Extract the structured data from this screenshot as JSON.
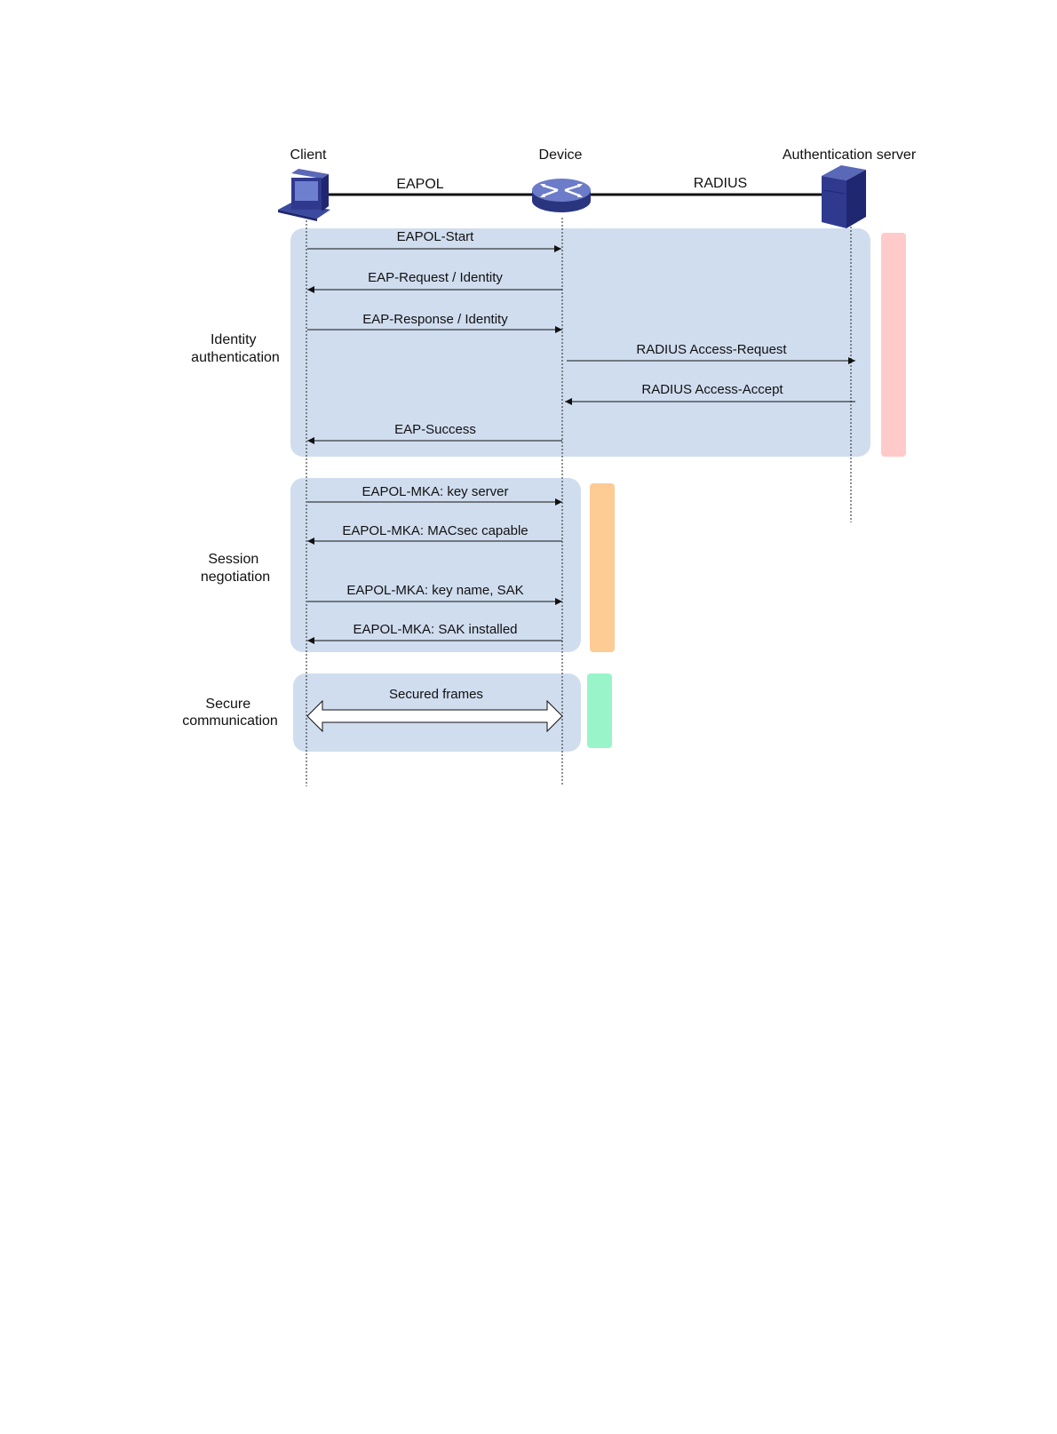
{
  "entities": {
    "client": "Client",
    "device": "Device",
    "server": "Authentication server"
  },
  "links": {
    "eapol": "EAPOL",
    "radius": "RADIUS"
  },
  "sections": {
    "identity": [
      "Identity",
      "authentication"
    ],
    "session": [
      "Session",
      "negotiation"
    ],
    "secure": [
      "Secure",
      "communication"
    ]
  },
  "messages": {
    "eapol_start": "EAPOL-Start",
    "eap_request": "EAP-Request / Identity",
    "eap_response": "EAP-Response / Identity",
    "radius_request": "RADIUS Access-Request",
    "radius_accept": "RADIUS Access-Accept",
    "eap_success": "EAP-Success",
    "mka_key_server": "EAPOL-MKA: key server",
    "mka_macsec": "EAPOL-MKA: MACsec capable",
    "mka_key_name": "EAPOL-MKA: key name, SAK",
    "mka_sak_installed": "EAPOL-MKA: SAK installed",
    "secured_frames": "Secured frames"
  },
  "colors": {
    "panel": "#d0ddef",
    "identity_bar": "#ffcaca",
    "session_bar": "#fdcb94",
    "secure_bar": "#99f5c9",
    "icon": "#2f3a8f"
  }
}
